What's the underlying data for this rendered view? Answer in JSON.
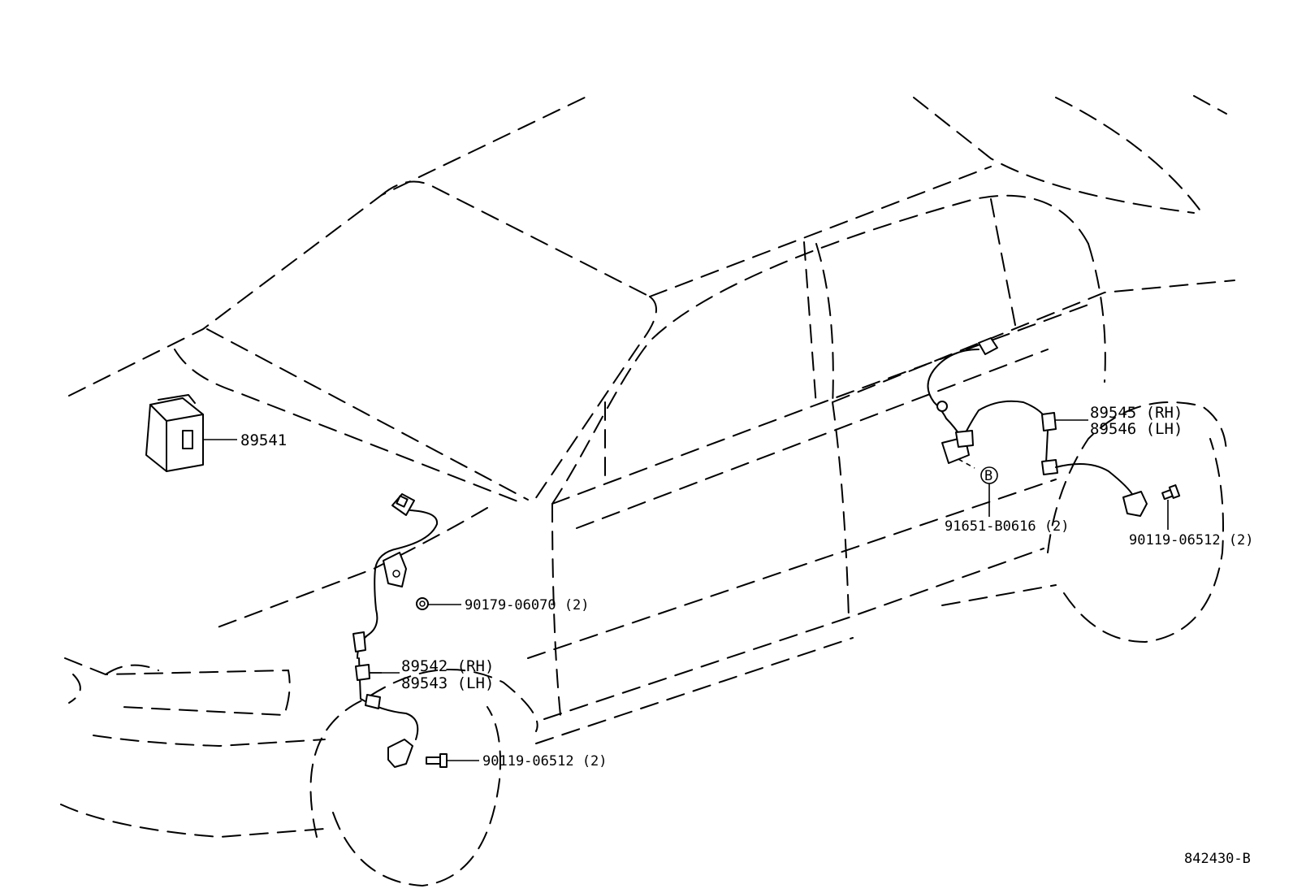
{
  "labels": {
    "ecu": "89541",
    "front_sensor_rh": "89542 (RH)",
    "front_sensor_lh": "89543 (LH)",
    "front_clip": "90179-06070 (2)",
    "front_bolt": "90119-06512 (2)",
    "rear_sensor_rh": "89545 (RH)",
    "rear_sensor_lh": "89546 (LH)",
    "rear_clamp_bolt": "91651-B0616 (2)",
    "rear_bolt": "90119-06512 (2)",
    "ref_marker": "B",
    "diagram_code": "842430-B"
  }
}
